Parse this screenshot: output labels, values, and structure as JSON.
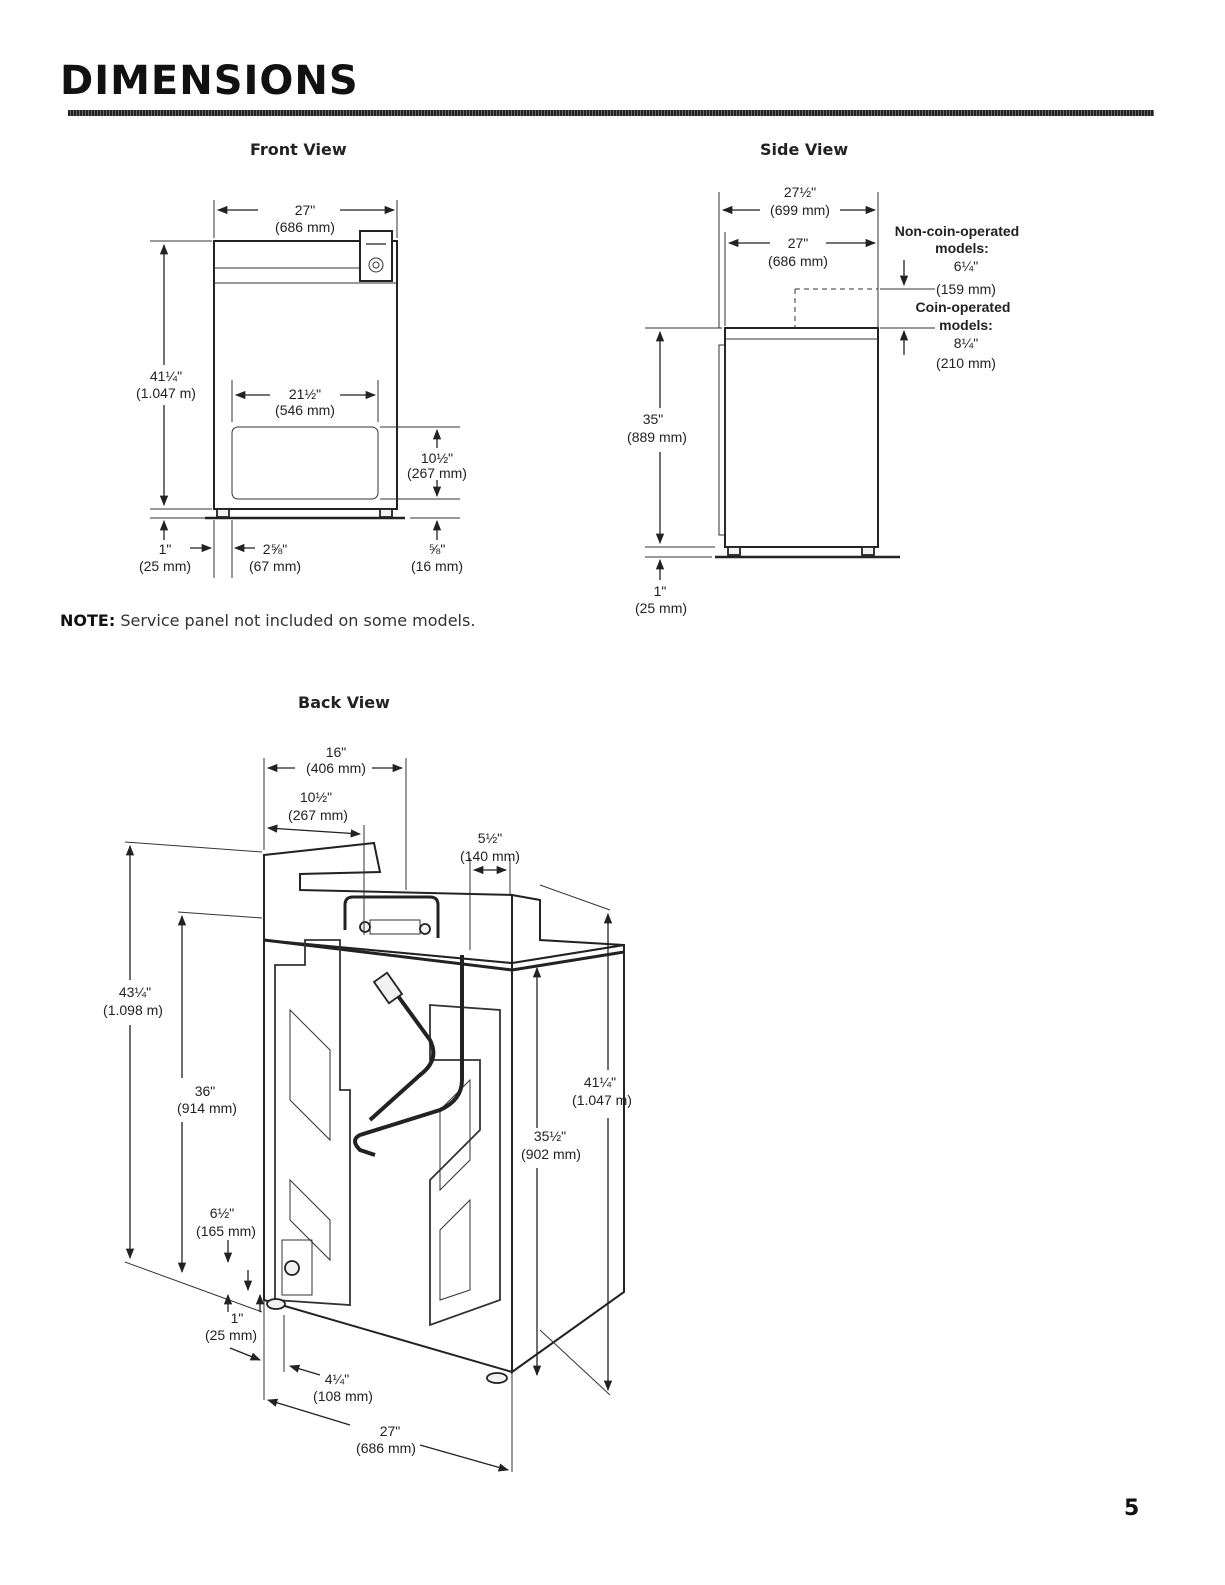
{
  "header": {
    "title": "DIMENSIONS"
  },
  "views": {
    "front": {
      "label": "Front View",
      "dims": {
        "width_in": "27\"",
        "width_mm": "(686 mm)",
        "height_in": "41¼\"",
        "height_mm": "(1.047 m)",
        "door_w_in": "21½\"",
        "door_w_mm": "(546 mm)",
        "door_h_in": "10½\"",
        "door_h_mm": "(267 mm)",
        "foot_h_in": "1\"",
        "foot_h_mm": "(25 mm)",
        "foot_off_in": "2⅝\"",
        "foot_off_mm": "(67 mm)",
        "base_in": "⅝\"",
        "base_mm": "(16 mm)"
      }
    },
    "side": {
      "label": "Side View",
      "dims": {
        "overall_in": "27½\"",
        "overall_mm": "(699 mm)",
        "depth_in": "27\"",
        "depth_mm": "(686 mm)",
        "height_in": "35\"",
        "height_mm": "(889 mm)",
        "foot_in": "1\"",
        "foot_mm": "(25 mm)",
        "noncoin_title1": "Non-coin-operated",
        "noncoin_title2": "models:",
        "noncoin_in": "6¼\"",
        "noncoin_mm": "(159 mm)",
        "coin_title1": "Coin-operated",
        "coin_title2": "models:",
        "coin_in": "8¼\"",
        "coin_mm": "(210 mm)"
      }
    },
    "back": {
      "label": "Back View",
      "dims": {
        "a_in": "16\"",
        "a_mm": "(406 mm)",
        "b_in": "10½\"",
        "b_mm": "(267 mm)",
        "c_in": "5½\"",
        "c_mm": "(140 mm)",
        "d_in": "43¼\"",
        "d_mm": "(1.098 m)",
        "e_in": "36\"",
        "e_mm": "(914 mm)",
        "f_in": "6½\"",
        "f_mm": "(165 mm)",
        "g_in": "1\"",
        "g_mm": "(25 mm)",
        "h_in": "4¼\"",
        "h_mm": "(108 mm)",
        "i_in": "27\"",
        "i_mm": "(686 mm)",
        "j_in": "41¼\"",
        "j_mm": "(1.047 m)",
        "k_in": "35½\"",
        "k_mm": "(902 mm)"
      }
    }
  },
  "note": {
    "label": "NOTE:",
    "text": " Service panel not included on some models."
  },
  "page_number": "5"
}
